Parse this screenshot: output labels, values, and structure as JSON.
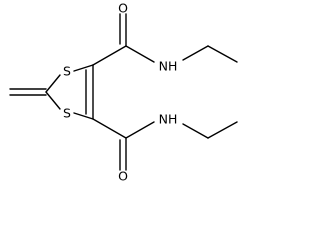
{
  "molecule": {
    "atoms": {
      "sulfur_top": "S",
      "sulfur_bottom": "S",
      "oxygen_top": "O",
      "oxygen_bottom": "O",
      "amide_top": "NH",
      "amide_bottom": "NH"
    }
  },
  "colors": {
    "line": "#000000",
    "background": "#ffffff"
  }
}
